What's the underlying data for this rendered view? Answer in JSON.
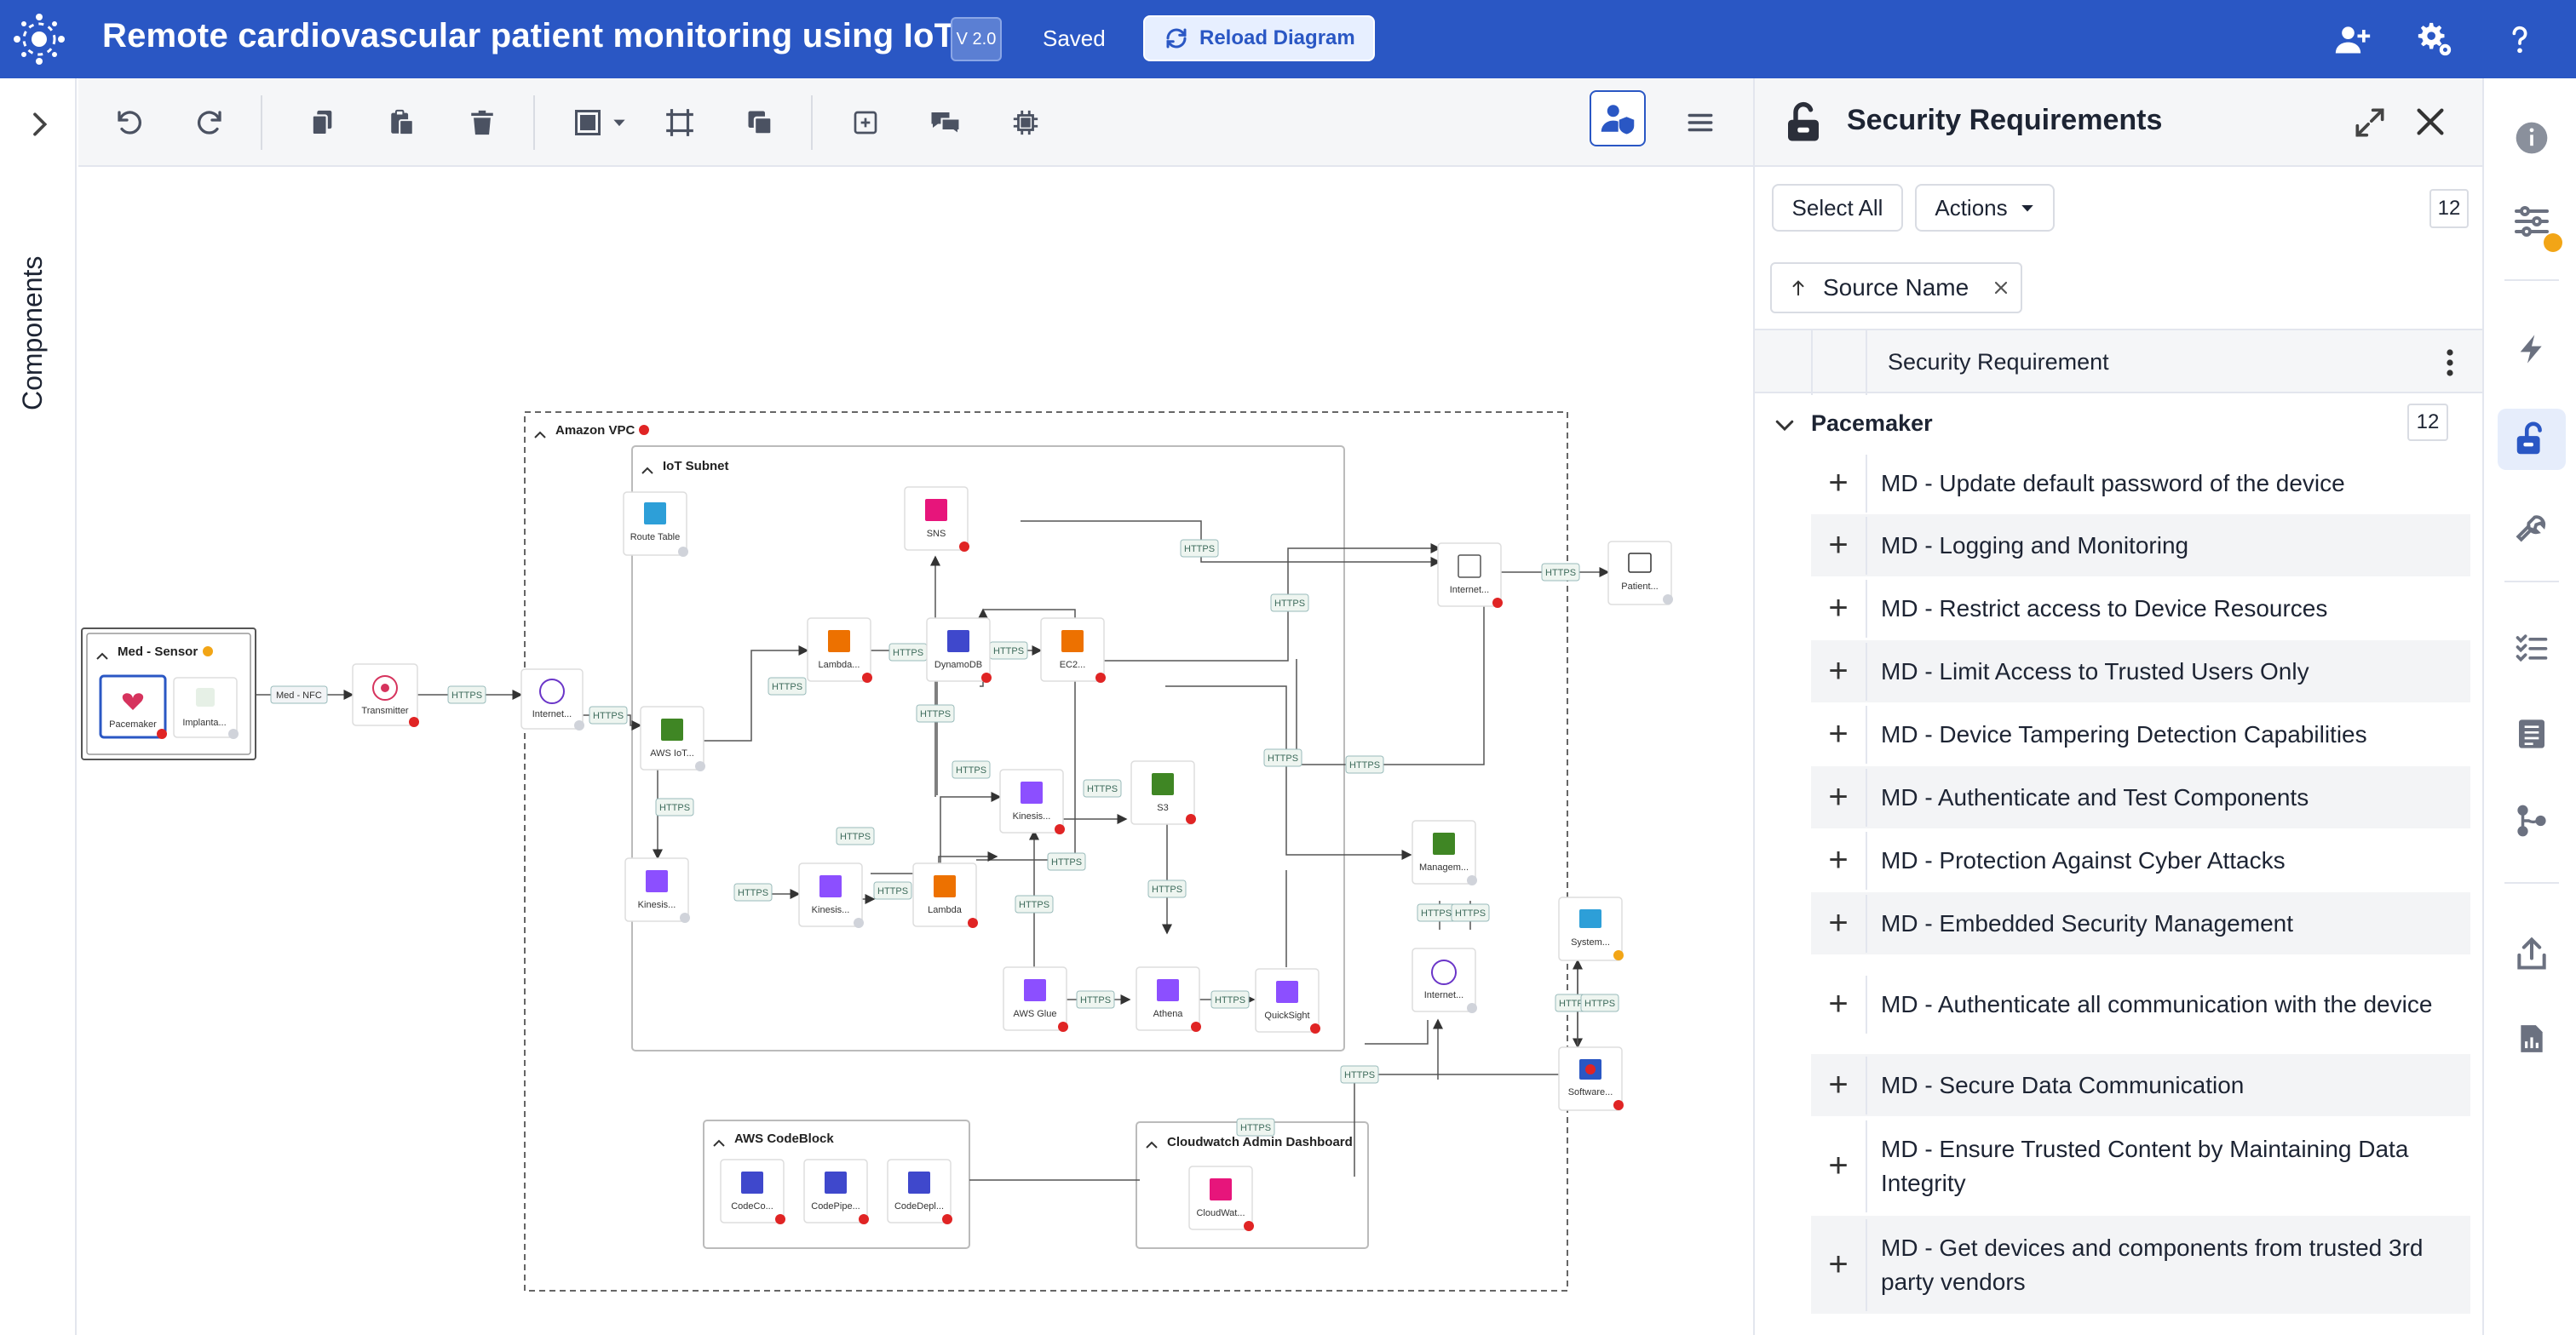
{
  "header": {
    "title": "Remote cardiovascular patient monitoring using IoT...",
    "version": "V 2.0",
    "status": "Saved",
    "reload_label": "Reload Diagram",
    "icons": [
      "logo-icon",
      "add-user-icon",
      "settings-icon",
      "help-icon"
    ]
  },
  "left_rail": {
    "label": "Components"
  },
  "toolbar": {
    "icons": [
      "undo-icon",
      "redo-icon",
      "copy-icon",
      "paste-icon",
      "delete-icon",
      "frame-icon",
      "resize-icon",
      "layer-icon",
      "grid-icon",
      "comment-icon",
      "chip-icon",
      "user-shield-icon",
      "menu-icon"
    ]
  },
  "diagram": {
    "containers": {
      "vpc": "Amazon VPC",
      "iot_subnet": "IoT Subnet",
      "med_sensor": "Med - Sensor",
      "codeblock": "AWS CodeBlock",
      "cloudwatch": "Cloudwatch Admin Dashboard"
    },
    "nodes": {
      "pacemaker": "Pacemaker",
      "implant": "Implanta...",
      "transmitter": "Transmitter",
      "internet1": "Internet...",
      "route_table": "Route Table",
      "sns": "SNS",
      "lambda1": "Lambda...",
      "dynamodb": "DynamoDB",
      "ec2": "EC2...",
      "aws_iot": "AWS IoT...",
      "kinesis1": "Kinesis...",
      "s3": "S3",
      "kinesis2": "Kinesis...",
      "kinesis3": "Kinesis...",
      "lambda2": "Lambda",
      "aws_glue": "AWS Glue",
      "athena": "Athena",
      "quicksight": "QuickSight",
      "internet2": "Internet...",
      "patient": "Patient...",
      "management": "Managem...",
      "internet3": "Internet...",
      "system": "System...",
      "software": "Software...",
      "codecommit": "CodeCo...",
      "codepipeline": "CodePipe...",
      "codedeploy": "CodeDepl...",
      "cloudwatch": "CloudWat..."
    },
    "edge_labels": {
      "https": "HTTPS",
      "med_nfc": "Med - NFC",
      "htt_https": "HTTPS",
      "https_tps": "HTTPS"
    },
    "colors": {
      "status_error": "#e02424",
      "status_warn": "#f2a516",
      "status_ok": "#d0d3da"
    }
  },
  "panel": {
    "title": "Security Requirements",
    "select_all": "Select All",
    "actions": "Actions",
    "total_count": "12",
    "filter_chip": "Source Name",
    "column_label": "Security Requirement",
    "group": {
      "name": "Pacemaker",
      "count": "12"
    },
    "requirements": [
      "MD - Update default password of the device",
      "MD - Logging and Monitoring",
      "MD - Restrict access to Device Resources",
      "MD - Limit Access to Trusted Users Only",
      "MD - Device Tampering Detection Capabilities",
      "MD - Authenticate and Test Components",
      "MD - Protection Against Cyber Attacks",
      "MD - Embedded Security Management",
      "MD - Authenticate all communication with the device",
      "MD - Secure Data Communication",
      "MD - Ensure Trusted Content by Maintaining Data Integrity",
      "MD - Get devices and components from trusted 3rd party vendors"
    ]
  },
  "right_rail": {
    "icons": [
      "info-icon",
      "filter-sliders-icon",
      "lightning-icon",
      "lock-open-icon",
      "wrench-icon",
      "checklist-icon",
      "report-list-icon",
      "branch-icon",
      "export-icon",
      "chart-icon"
    ],
    "accent": "#2a57c4",
    "badge_color": "#f2a516"
  }
}
